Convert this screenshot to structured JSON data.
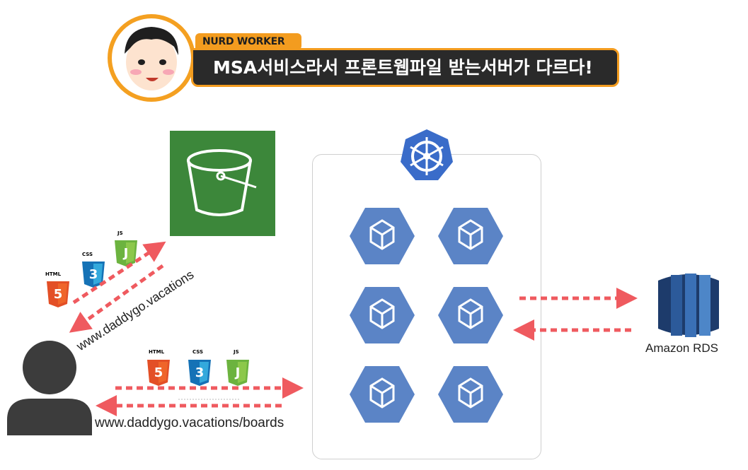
{
  "header": {
    "badge": "NURD WORKER",
    "title": "MSA서비스라서 프론트웹파일 받는서버가 다르다!"
  },
  "left": {
    "url_static": "www.daddygo.vacations",
    "url_boards": "www.daddygo.vacations/boards"
  },
  "files": {
    "html": "HTML",
    "css": "CSS",
    "js": "JS"
  },
  "database": {
    "label": "Amazon RDS"
  },
  "colors": {
    "s3_green": "#3c873a",
    "pod_blue": "#5b84c6",
    "arrow_red": "#ef5a5f",
    "badge_orange": "#f39c1f"
  }
}
